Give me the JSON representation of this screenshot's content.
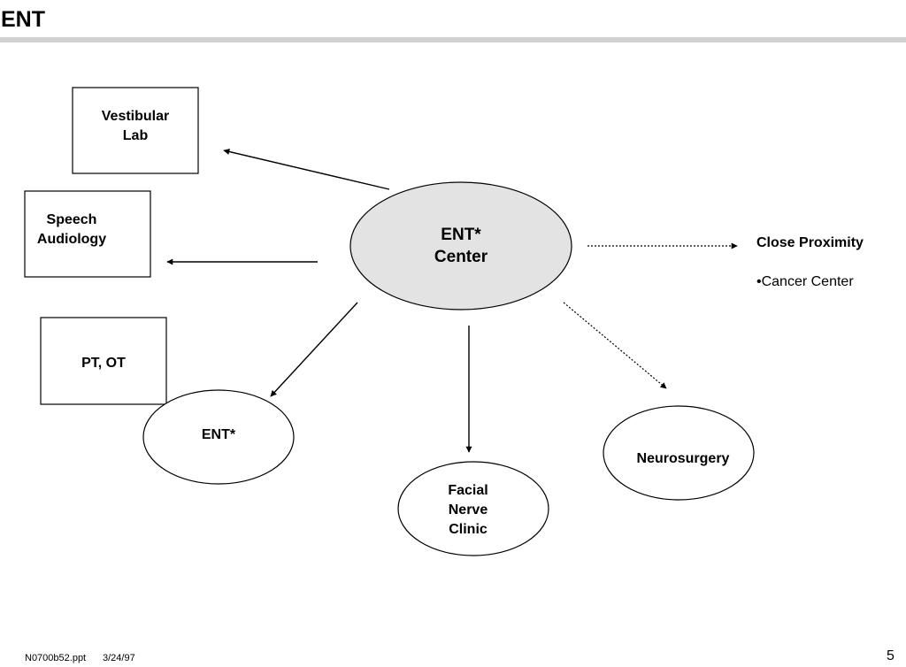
{
  "header": {
    "title": "ENT"
  },
  "diagram": {
    "center": {
      "lines": [
        "ENT*",
        "Center"
      ]
    },
    "vestibular_lab": {
      "lines": [
        "Vestibular",
        "Lab"
      ]
    },
    "speech_audiology": {
      "lines": [
        "Speech",
        "Audiology"
      ]
    },
    "pt_ot": {
      "lines": [
        "PT, OT"
      ]
    },
    "ent_satellite": {
      "lines": [
        "ENT*"
      ]
    },
    "facial_nerve_clinic": {
      "lines": [
        "Facial",
        "Nerve",
        "Clinic"
      ]
    },
    "neurosurgery": {
      "lines": [
        "Neurosurgery"
      ]
    },
    "close_proximity": {
      "title": "Close Proximity",
      "items": [
        "•Cancer Center"
      ]
    },
    "colors": {
      "center_fill": "#e3e3e3",
      "stroke": "#000000",
      "rule": "#d0d0d0"
    }
  },
  "footer": {
    "file": "N0700b52.ppt",
    "date": "3/24/97",
    "page_number": "5"
  }
}
